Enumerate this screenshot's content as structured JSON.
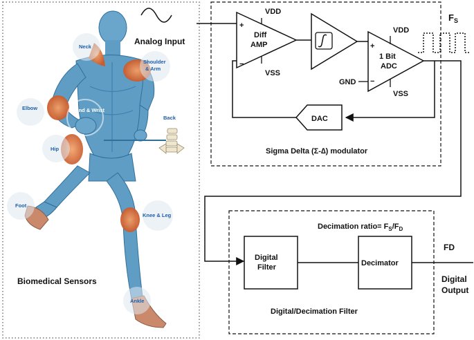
{
  "left_panel": {
    "title": "Biomedical Sensors",
    "sensor_labels": {
      "neck": "Neck",
      "shoulder": [
        "Shoulder",
        "& Arm"
      ],
      "elbow": "Elbow",
      "hand": "Hand & Wrist",
      "back": "Back",
      "hip": "Hip",
      "foot": "Foot",
      "knee": "Knee & Leg",
      "ankle": "Ankle"
    }
  },
  "modulator": {
    "input_label": "Analog Input",
    "diff_amp": [
      "Diff",
      "AMP"
    ],
    "adc": [
      "1 Bit",
      "ADC"
    ],
    "vdd": "VDD",
    "vss": "VSS",
    "gnd": "GND",
    "dac": "DAC",
    "fs": {
      "main": "F",
      "sub": "S"
    },
    "caption": "Sigma Delta (Σ-∆) modulator",
    "plus": "+",
    "minus": "−"
  },
  "decimation": {
    "ratio": {
      "prefix": "Decimation ratio= F",
      "s": "S",
      "slash": "/F",
      "d": "D"
    },
    "digital_filter": [
      "Digital",
      "Filter"
    ],
    "decimator": "Decimator",
    "fd": "FD",
    "output": [
      "Digital",
      "Output"
    ],
    "caption": "Digital/Decimation Filter"
  },
  "colors": {
    "skin": "#5f9dc4",
    "skin_dark": "#2f6f9c",
    "highlight": "#e07b46",
    "label_blue": "#1f5fa8",
    "halo": "#dfe8f0"
  }
}
